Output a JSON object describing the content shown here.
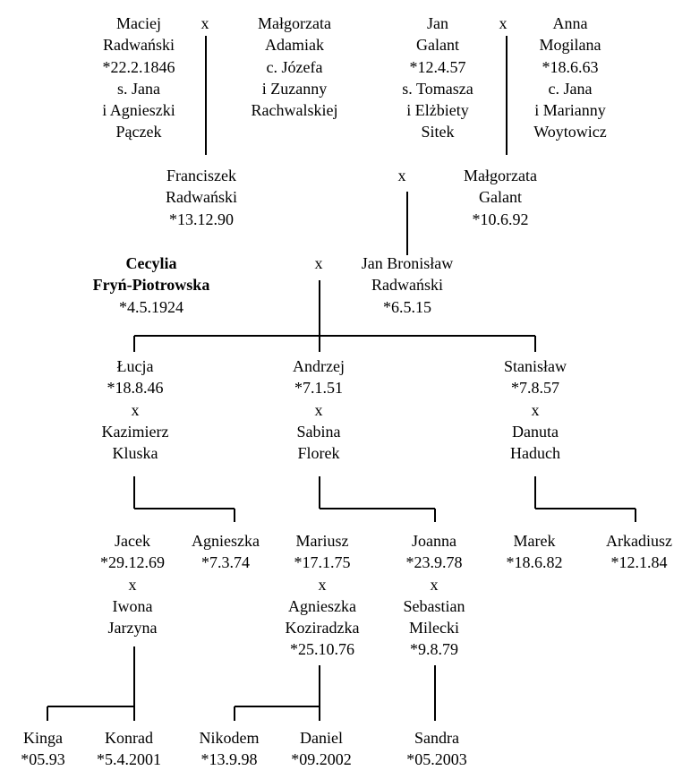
{
  "marriage_sign": "x",
  "people": {
    "maciej": [
      "Maciej",
      "Radwański",
      "*22.2.1846",
      "s. Jana",
      "i Agnieszki",
      "Pączek"
    ],
    "malgorzata_a": [
      "Małgorzata",
      "Adamiak",
      "c. Józefa",
      "i Zuzanny",
      "Rachwalskiej"
    ],
    "jan_g": [
      "Jan",
      "Galant",
      "*12.4.57",
      "s. Tomasza",
      "i Elżbiety",
      "Sitek"
    ],
    "anna": [
      "Anna",
      "Mogilana",
      "*18.6.63",
      "c. Jana",
      "i Marianny",
      "Woytowicz"
    ],
    "franciszek": [
      "Franciszek",
      "Radwański",
      "*13.12.90"
    ],
    "malgorzata_g": [
      "Małgorzata",
      "Galant",
      "*10.6.92"
    ],
    "cecylia": [
      "Cecylia",
      "Fryń-Piotrowska",
      "*4.5.1924"
    ],
    "jan_b": [
      "Jan  Bronisław",
      "Radwański",
      "*6.5.15"
    ],
    "lucja": [
      "Łucja",
      "*18.8.46",
      "x",
      "Kazimierz",
      "Kluska"
    ],
    "andrzej": [
      "Andrzej",
      "*7.1.51",
      "x",
      "Sabina",
      "Florek"
    ],
    "stanislaw": [
      "Stanisław",
      "*7.8.57",
      "x",
      "Danuta",
      "Haduch"
    ],
    "jacek": [
      "Jacek",
      "*29.12.69",
      "x",
      "Iwona",
      "Jarzyna"
    ],
    "agnieszka": [
      "Agnieszka",
      "*7.3.74"
    ],
    "mariusz": [
      "Mariusz",
      "*17.1.75",
      "x",
      "Agnieszka",
      "Koziradzka",
      "*25.10.76"
    ],
    "joanna": [
      "Joanna",
      "*23.9.78",
      "x",
      "Sebastian",
      "Milecki",
      "*9.8.79"
    ],
    "marek": [
      "Marek",
      "*18.6.82"
    ],
    "arkadiusz": [
      "Arkadiusz",
      "*12.1.84"
    ],
    "kinga": [
      "Kinga",
      "*05.93"
    ],
    "konrad": [
      "Konrad",
      "*5.4.2001"
    ],
    "nikodem": [
      "Nikodem",
      "*13.9.98"
    ],
    "daniel": [
      "Daniel",
      "*09.2002"
    ],
    "sandra": [
      "Sandra",
      "*05.2003"
    ]
  }
}
